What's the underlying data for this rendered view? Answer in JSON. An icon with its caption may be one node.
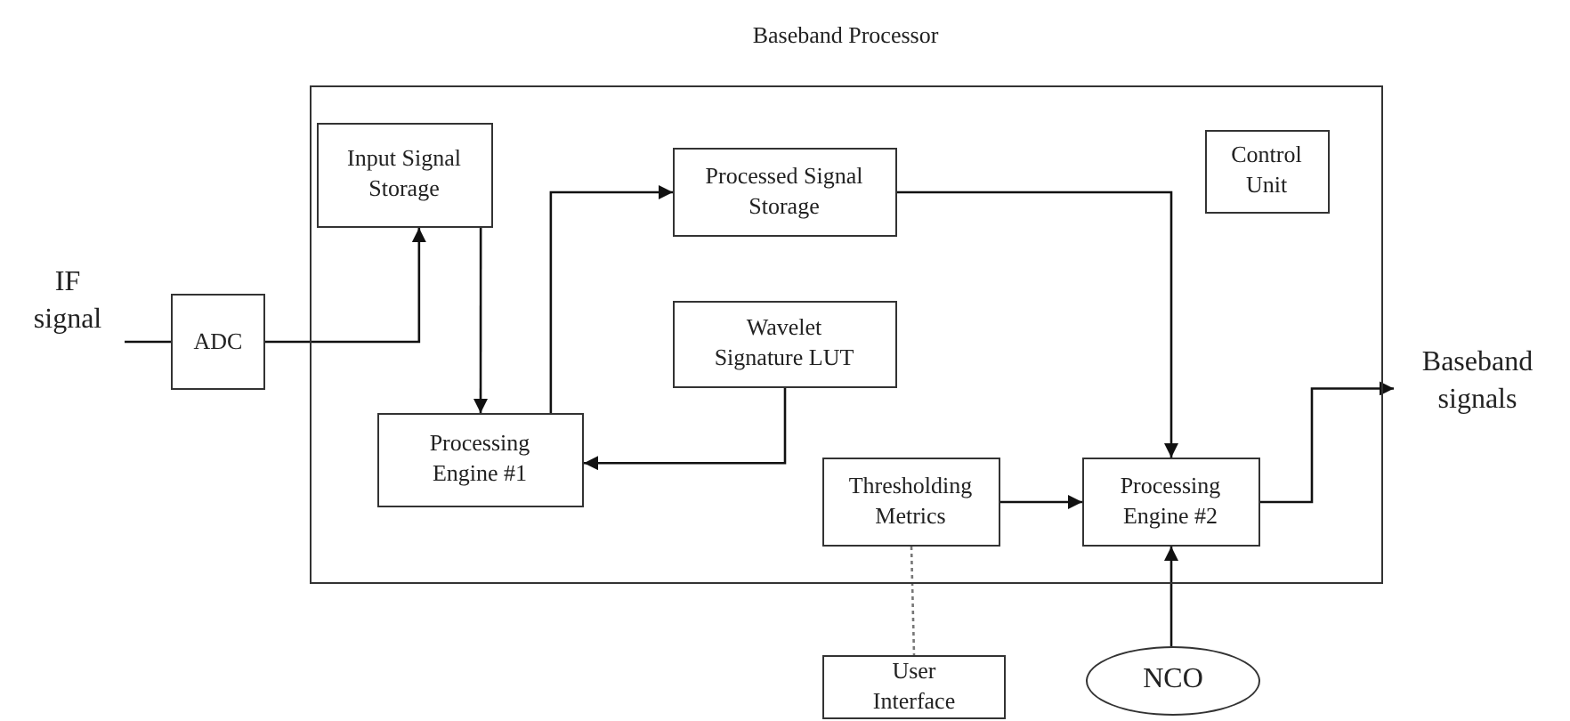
{
  "diagram": {
    "nodes": [
      {
        "text": [
          "Baseband Processor"
        ]
      },
      {
        "text": [
          "Input Signal Storage"
        ],
        "in": 0
      },
      {
        "text": [
          "Processed Signal Storage"
        ],
        "in": 0
      },
      {
        "text": [
          "Control Unit"
        ],
        "in": 0
      },
      {
        "text": [
          "Wavelet Signature LUT"
        ],
        "in": 0
      },
      {
        "text": [
          "Processing Engine #1"
        ],
        "in": 0
      },
      {
        "text": [
          "Thresholding Metrics"
        ],
        "in": 0
      },
      {
        "text": [
          "Processing Engine #2"
        ],
        "in": 0
      },
      {
        "text": [
          "IF signal"
        ]
      },
      {
        "text": [
          "ADC"
        ]
      },
      {
        "text": [
          "Baseband signals"
        ]
      },
      {
        "text": [
          "User Interface"
        ]
      },
      {
        "text": [
          "NCO"
        ]
      }
    ],
    "edges": [
      {
        "from": 8,
        "to": 9,
        "arrow": "none"
      },
      {
        "from": 9,
        "to": 1,
        "arrow": "to"
      },
      {
        "from": 1,
        "to": 5,
        "arrow": "to"
      },
      {
        "from": 5,
        "to": 2,
        "arrow": "to"
      },
      {
        "from": 4,
        "to": 5,
        "arrow": "to"
      },
      {
        "from": 2,
        "to": 7,
        "arrow": "to"
      },
      {
        "from": 6,
        "to": 7,
        "arrow": "to"
      },
      {
        "from": 12,
        "to": 7,
        "arrow": "to"
      },
      {
        "from": 7,
        "to": 10,
        "arrow": "to"
      },
      {
        "from": 6,
        "to": 11,
        "arrow": "none",
        "style": "dashed",
        "color": "#777777"
      }
    ]
  }
}
